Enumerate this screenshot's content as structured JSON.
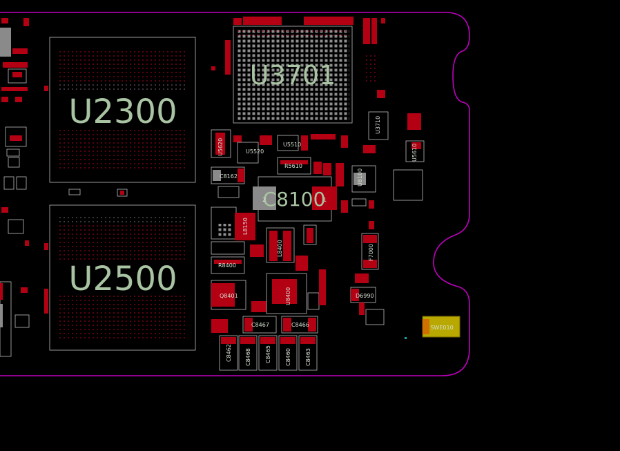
{
  "board": {
    "outline_color": "#c000c0",
    "pad_color": "#b30013",
    "silk_color": "#bdbdbd",
    "label_color": "#a9c4a3",
    "switch_color": "#b8a800"
  },
  "chips": {
    "u2300": "U2300",
    "u2500": "U2500",
    "u3701": "U3701",
    "c8100": "C8100",
    "c8100_pin2": "2",
    "c8100_pin1": "1"
  },
  "refs": {
    "c8162": "C8162",
    "r5610": "R5610",
    "u5520": "U5520",
    "u5510": "U5510",
    "u5620": "U5620",
    "l8150": "L8150",
    "r8400": "R8400",
    "q8401": "Q8401",
    "u8400": "U8400",
    "l8400": "L8400",
    "c8467": "C8467",
    "c8466": "C8466",
    "c8462": "C8462",
    "c8468": "C8468",
    "c8465": "C8465",
    "c8460": "C8460",
    "c8463": "C8463",
    "f7000": "F7000",
    "d6990": "D6990",
    "u3710": "U3710",
    "u8100": "U8100",
    "u5610": "U5610",
    "sw_label": "SWE010"
  }
}
